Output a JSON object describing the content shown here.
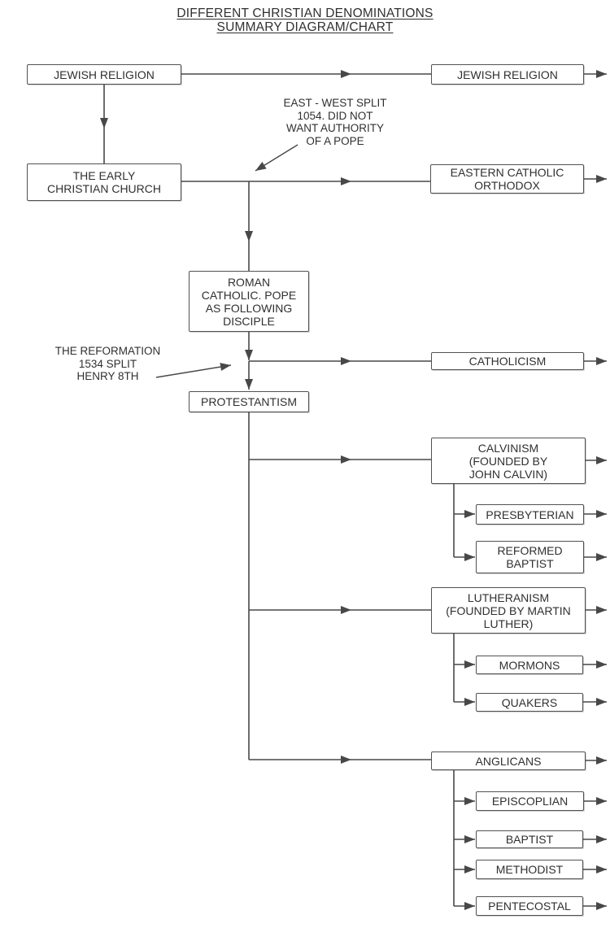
{
  "title": {
    "line1": "DIFFERENT CHRISTIAN DENOMINATIONS",
    "line2": "SUMMARY DIAGRAM/CHART"
  },
  "annotations": {
    "east_west_split": "EAST - WEST SPLIT\n1054. DID NOT\nWANT AUTHORITY\nOF A POPE",
    "reformation": "THE REFORMATION\n1534 SPLIT\nHENRY 8TH"
  },
  "nodes": {
    "jewish_religion_source": "JEWISH RELIGION",
    "jewish_religion_result": "JEWISH RELIGION",
    "early_christian_church": "THE EARLY\nCHRISTIAN CHURCH",
    "eastern_catholic_orthodox": "EASTERN CATHOLIC\nORTHODOX",
    "roman_catholic": "ROMAN\nCATHOLIC. POPE\nAS FOLLOWING\nDISCIPLE",
    "catholicism": "CATHOLICISM",
    "protestantism": "PROTESTANTISM",
    "calvinism": "CALVINISM\n(FOUNDED BY\nJOHN CALVIN)",
    "presbyterian": "PRESBYTERIAN",
    "reformed_baptist": "REFORMED\nBAPTIST",
    "lutheranism": "LUTHERANISM\n(FOUNDED BY MARTIN\nLUTHER)",
    "mormons": "MORMONS",
    "quakers": "QUAKERS",
    "anglicans": "ANGLICANS",
    "episcoplian": "EPISCOPLIAN",
    "baptist": "BAPTIST",
    "methodist": "METHODIST",
    "pentecostal": "PENTECOSTAL"
  },
  "colors": {
    "background": "#ffffff",
    "line": "#47484a",
    "box_border": "#515254",
    "text": "#303032"
  }
}
